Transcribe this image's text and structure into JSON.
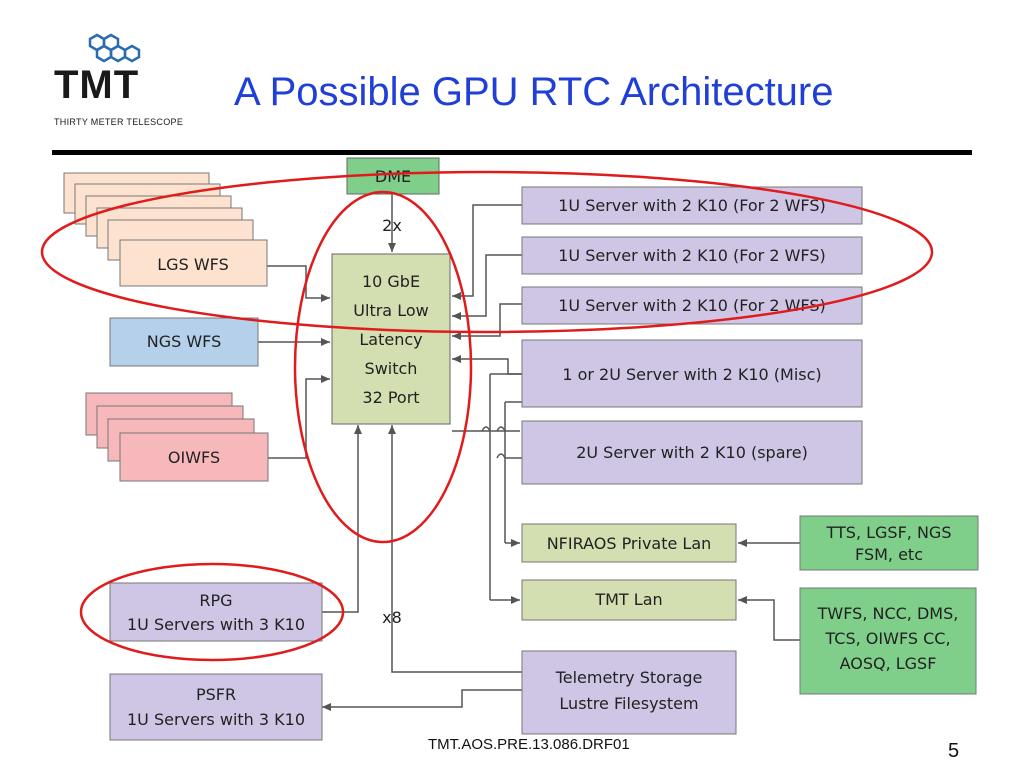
{
  "logo": {
    "name": "TMT",
    "subtitle": "THIRTY METER TELESCOPE"
  },
  "title": "A Possible GPU RTC Architecture",
  "footer": "TMT.AOS.PRE.13.086.DRF01",
  "page_number": "5",
  "colors": {
    "title": "#1f3fd6",
    "highlight": "#e01b1b",
    "green": "#7fcf8a",
    "purple": "#cfc6e6",
    "peach": "#fde3cf",
    "blue": "#b4d0ea",
    "pink": "#f6b8bb",
    "switch": "#d3deb1"
  },
  "diagram": {
    "dme": "DME",
    "dme_mult": "2x",
    "switch_lines": [
      "10 GbE",
      "Ultra Low",
      "Latency",
      "Switch",
      "32 Port"
    ],
    "lgs": "LGS WFS",
    "ngs": "NGS WFS",
    "oiwfs": "OIWFS",
    "server1": "1U Server with 2 K10 (For 2 WFS)",
    "server2": "1U Server with 2 K10 (For 2 WFS)",
    "server3": "1U Server with 2 K10 (For 2 WFS)",
    "server_misc": "1 or 2U Server with 2 K10 (Misc)",
    "server_spare": "2U Server with 2 K10 (spare)",
    "nfiraos_lan": "NFIRAOS Private Lan",
    "tmt_lan": "TMT Lan",
    "tts_lines": [
      "TTS, LGSF, NGS",
      "FSM, etc"
    ],
    "twfs_lines": [
      "TWFS, NCC, DMS,",
      "TCS, OIWFS CC,",
      "AOSQ, LGSF"
    ],
    "rpg_lines": [
      "RPG",
      "1U Servers with 3 K10"
    ],
    "psfr_lines": [
      "PSFR",
      "1U Servers with 3 K10"
    ],
    "x8": "x8",
    "telemetry_lines": [
      "Telemetry Storage",
      "Lustre Filesystem"
    ]
  }
}
